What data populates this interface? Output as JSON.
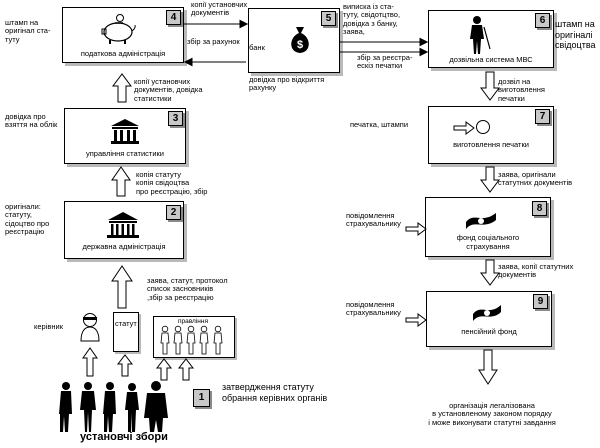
{
  "boxes": {
    "tax": {
      "number": "4",
      "label": "податкова адміністрація"
    },
    "bank": {
      "number": "5",
      "label": "банк"
    },
    "mvs": {
      "number": "6",
      "label": "дозвільна система МВС"
    },
    "stat": {
      "number": "3",
      "label": "управління статистики"
    },
    "seal": {
      "number": "7",
      "label": "виготовлення печатки"
    },
    "state": {
      "number": "2",
      "label": "державна адміністрація"
    },
    "social": {
      "number": "8",
      "label": "фонд соціального\nстрахування"
    },
    "pension": {
      "number": "9",
      "label": "пенсійний фонд"
    },
    "founders": {
      "number": "1",
      "label": "установчі збори"
    }
  },
  "annotations": {
    "stamp_original_statute": "штамп на\nоригінал ста-\nтуту",
    "copies_docs_top": "копії установчих\nдокументів",
    "fee_account": "збір за рахунок",
    "extract_statute": "виписка із ста-\nтуту, свідотцтво,\nдовідка з банку,\nзаява,",
    "fee_registration": "збір за реєстра-\nескіз печатки",
    "stamp_original_cert": "штамп на\nоригіналі\nсвідоцтва",
    "copies_docs_stats": "копії установчих\nдокументів, довідка\nстатистики",
    "bank_certificate": "довідка про відкриття\nрахунку",
    "permit_seal": "дозвіл на\nвиготовлення\nпечатки",
    "registration_certificate": "довідка про\nвзяття на облік",
    "seal_stamps": "печатка, штампи",
    "statute_copy": "копія статуту\nкопія свідоцтва\nпро реєстрацію, збір",
    "application_originals": "заява, оригінали\nстатутних документів",
    "originals_state": "оригінали:\nстатуту,\nсідоцтво про\nреєстрацію",
    "notice_insurer_1": "повідомлення\nстрахувальнику",
    "application_copies": "заява, копії статутних\nдокументів",
    "application_statute": "заява, статут, протокол\nсписок засновників\n,збір за реєстрацію",
    "notice_insurer_2": "повідомлення\nстрахувальнику",
    "head_label": "керівник",
    "statute_label": "статут",
    "board_label": "правління",
    "approval": "затвердження статуту\nобрання керівних органів",
    "legalized": "організація легалізована\nв установленому законом порядку\nі може виконувати статутні завдання"
  },
  "colors": {
    "line": "#000000",
    "shadow": "#b9b9b9",
    "number_fill": "#c8c8c8"
  }
}
